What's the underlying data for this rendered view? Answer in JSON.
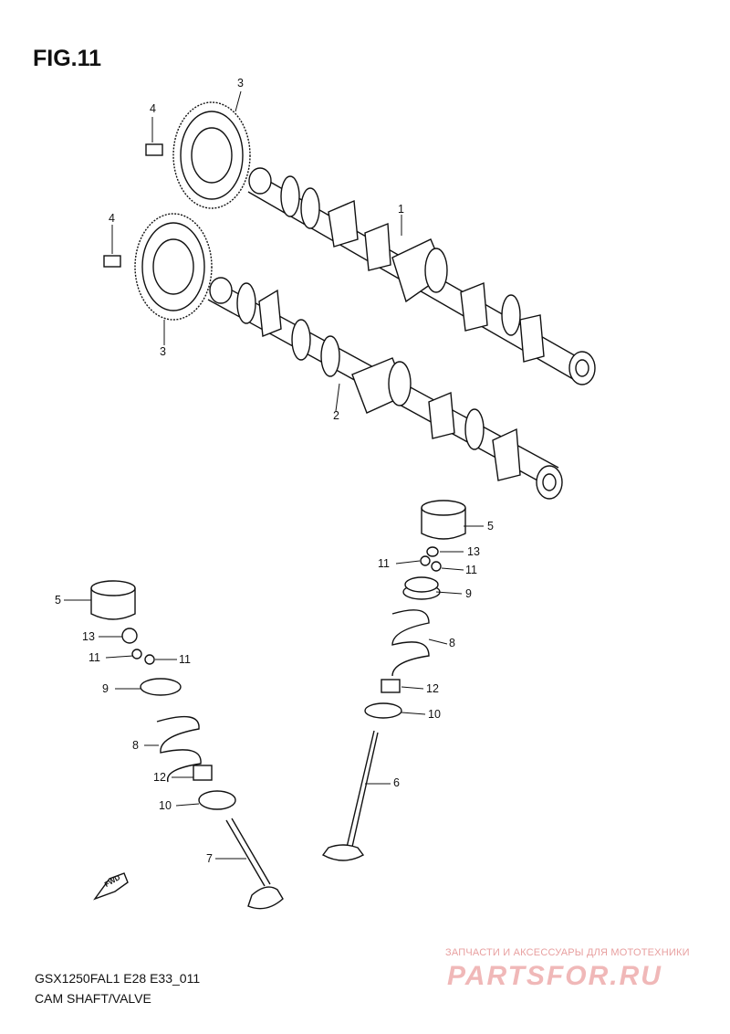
{
  "figure": {
    "title": "FIG.11",
    "code": "GSX1250FAL1 E28 E33_011",
    "caption": "CAM SHAFT/VALVE"
  },
  "fwd_label": "FWD",
  "watermark": {
    "tagline": "ЗАПЧАСТИ И АКСЕССУАРЫ ДЛЯ МОТОТЕХНИКИ",
    "brand": "PARTSFOR.RU"
  },
  "callouts": [
    "1",
    "2",
    "3",
    "3",
    "4",
    "4",
    "5",
    "5",
    "6",
    "7",
    "8",
    "8",
    "9",
    "9",
    "10",
    "10",
    "11",
    "11",
    "11",
    "11",
    "12",
    "12",
    "13",
    "13"
  ],
  "colors": {
    "line": "#111111",
    "watermark": "#e8a0a0"
  }
}
